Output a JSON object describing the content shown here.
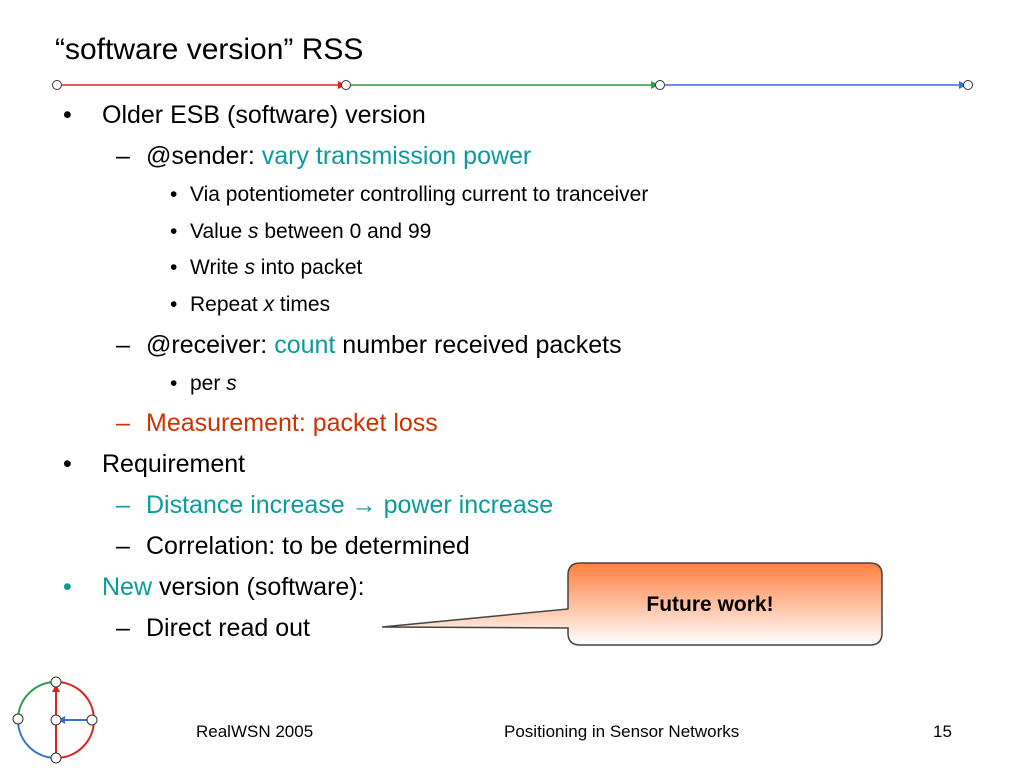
{
  "title": "“software version” RSS",
  "bullets": {
    "b1": {
      "text": "Older ESB (software) version"
    },
    "b1_1": {
      "prefix": "@sender: ",
      "highlight": "vary transmission power"
    },
    "b1_1_1": {
      "text": "Via potentiometer controlling current to tranceiver"
    },
    "b1_1_2": {
      "pre": "Value ",
      "var": "s",
      "post": " between 0 and 99"
    },
    "b1_1_3": {
      "pre": "Write ",
      "var": "s",
      "post": " into packet"
    },
    "b1_1_4": {
      "pre": "Repeat ",
      "var": "x",
      "post": " times"
    },
    "b1_2": {
      "prefix": "@receiver: ",
      "highlight": "count",
      "suffix": " number received packets"
    },
    "b1_2_1": {
      "pre": "per ",
      "var": "s"
    },
    "b1_3": {
      "text": "Measurement: packet loss"
    },
    "b2": {
      "text": "Requirement"
    },
    "b2_1": {
      "text": "Distance increase → power increase"
    },
    "b2_2": {
      "text": "Correlation: to be determined"
    },
    "b3": {
      "highlight": "New",
      "suffix": " version (software):"
    },
    "b3_1": {
      "text": "Direct read out"
    }
  },
  "markers": {
    "bullet": "•",
    "dash": "–"
  },
  "callout": {
    "text": "Future work!"
  },
  "footer": {
    "left": "RealWSN 2005",
    "center": "Positioning in Sensor Networks",
    "page": "15"
  },
  "colors": {
    "teal": "#0b9b9b",
    "orange": "#cc3300",
    "line_red": "#e02020",
    "line_green": "#2e9a4e",
    "line_blue": "#3a6fd8",
    "callout_top": "#ff7f3f",
    "callout_bottom": "#ffffff"
  }
}
